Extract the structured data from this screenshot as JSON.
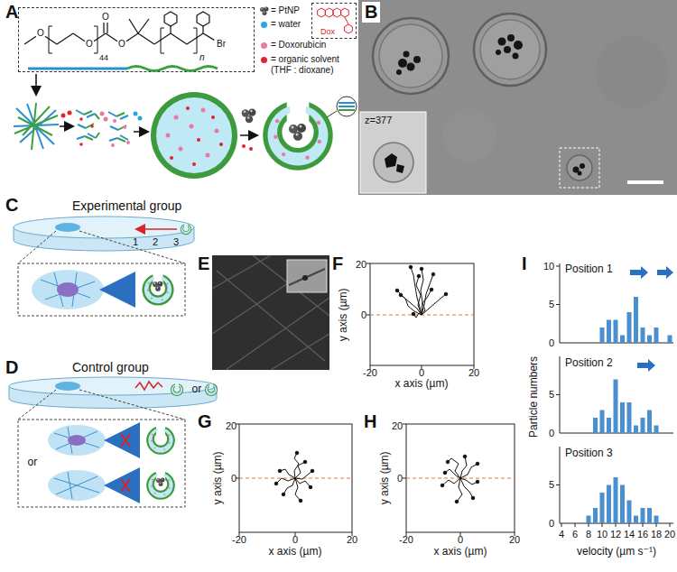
{
  "diagram": {
    "nodes": [
      {
        "text": [
          "O",
          "O",
          "44",
          "O",
          "O",
          "n",
          "Br"
        ]
      },
      {
        "text": [
          "Dox"
        ]
      }
    ],
    "labels": [
      "A",
      "B",
      "z=377",
      "C",
      "Experimental group",
      "1",
      "2",
      "3",
      "D",
      "Control group",
      "or",
      "or",
      "E",
      "F",
      "y axis (µm)",
      "x axis (µm)",
      "20",
      "0",
      "-20",
      "0",
      "20",
      "G",
      "y axis (µm)",
      "x axis (µm)",
      "20",
      "0",
      "-20",
      "0",
      "20",
      "H",
      "y axis (µm)",
      "x axis (µm)",
      "20",
      "0",
      "-20",
      "0",
      "20",
      "I",
      "Position 1",
      "Position 2",
      "Position 3",
      "Particle numbers",
      "velocity (µm s⁻¹)",
      "10",
      "5",
      "0",
      "5",
      "0",
      "5",
      "0",
      "4",
      "6",
      "8",
      "10",
      "12",
      "14",
      "16",
      "18",
      "20"
    ],
    "legend": [
      {
        "text": "= PtNP"
      },
      {
        "text": "= water",
        "color": "#2da3dc"
      },
      {
        "text": "= Doxorubicin",
        "color": "#e97aa6"
      },
      {
        "text": "= organic solvent (THF : dioxane)",
        "color": "#e3222d"
      }
    ]
  }
}
